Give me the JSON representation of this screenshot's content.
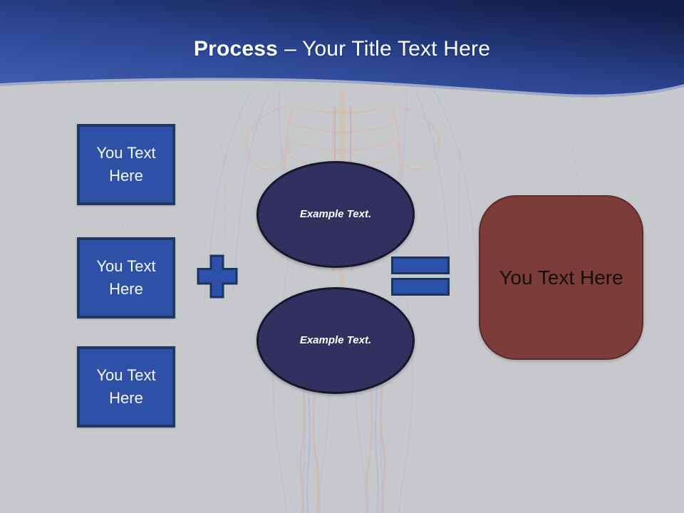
{
  "slide": {
    "header": {
      "title_bold": "Process",
      "title_regular": "– Your Title Text Here"
    },
    "input_boxes": [
      {
        "label": "You Text Here"
      },
      {
        "label": "You Text Here"
      },
      {
        "label": "You Text Here"
      }
    ],
    "operators": [
      {
        "icon": "plus-icon",
        "glyph": "+"
      },
      {
        "icon": "equals-icon",
        "glyph": "="
      }
    ],
    "example_circles": [
      {
        "label": "Example Text."
      },
      {
        "label": "Example Text."
      }
    ],
    "result_box": {
      "label": "You Text Here"
    },
    "colors": {
      "background": "#c7c8cb",
      "banner_top": "#131d49",
      "banner_bottom": "#4260b2",
      "box_fill": "#2e50a7",
      "box_border": "#1f3864",
      "operator_fill": "#2b51ab",
      "circle_fill": "#32305f",
      "circle_border": "#18172f",
      "result_fill": "#7b3c3a",
      "result_border": "#5c2b2a",
      "title_text": "#ffffff"
    }
  }
}
